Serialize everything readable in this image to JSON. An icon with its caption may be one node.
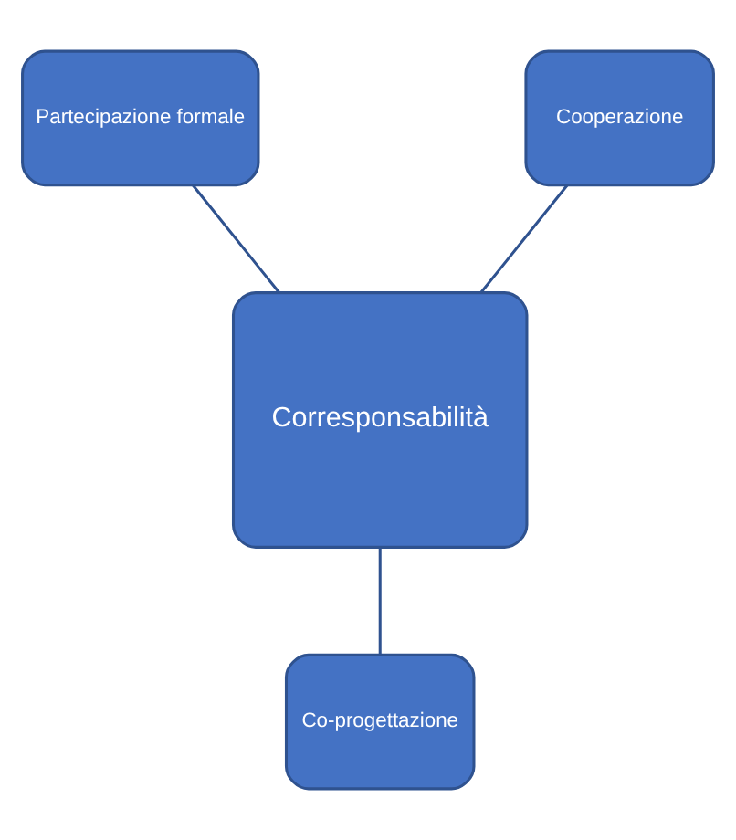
{
  "diagram": {
    "nodes": [
      {
        "text": [
          "Partecipazione formale"
        ]
      },
      {
        "text": [
          "Cooperazione"
        ]
      },
      {
        "text": [
          "Corresponsabilità"
        ]
      },
      {
        "text": [
          "Co-progettazione"
        ]
      }
    ],
    "edges": [
      {
        "from": 0,
        "to": 2,
        "arrow": "none"
      },
      {
        "from": 1,
        "to": 2,
        "arrow": "none"
      },
      {
        "from": 2,
        "to": 3,
        "arrow": "none"
      }
    ]
  }
}
